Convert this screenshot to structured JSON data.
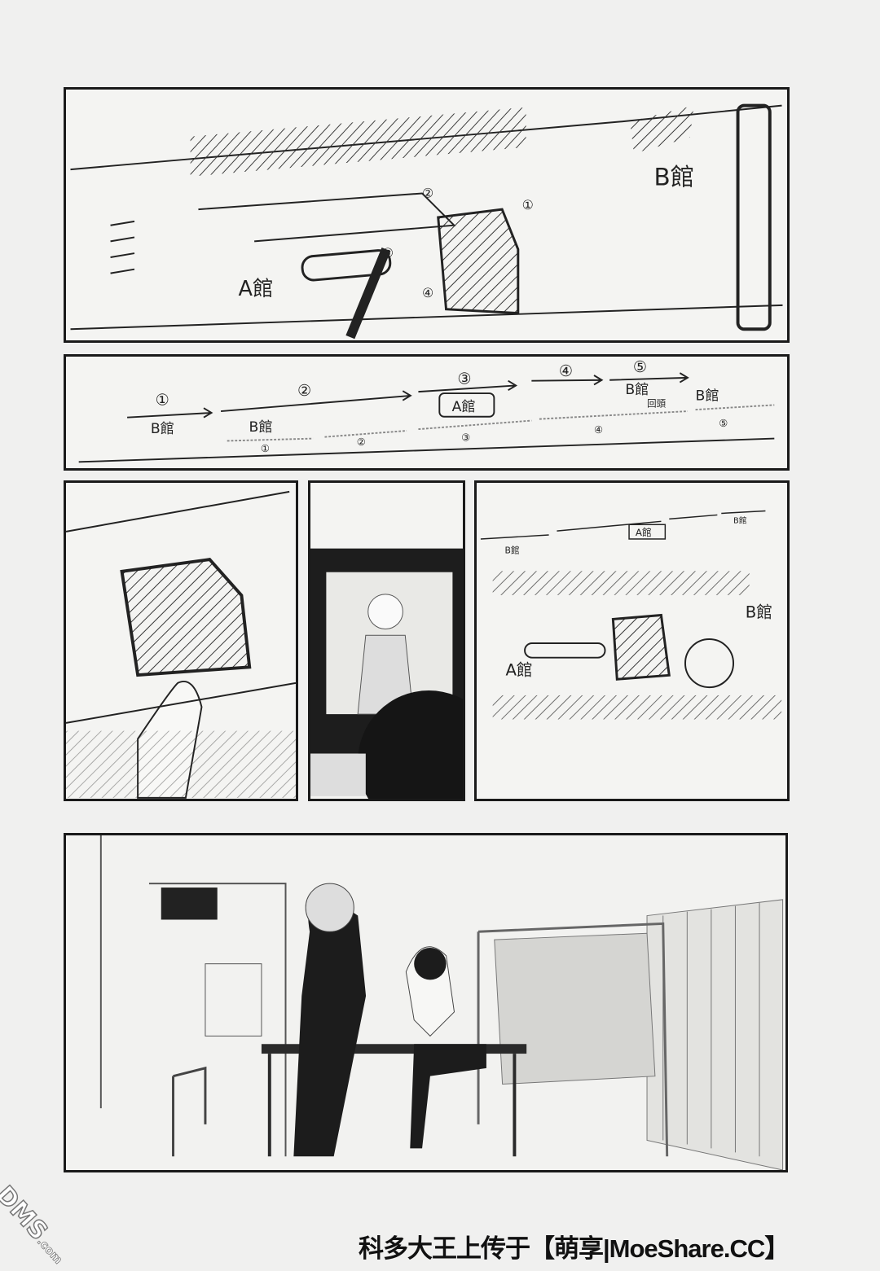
{
  "panel1": {
    "label_a": "A館",
    "label_b": "B館",
    "nums": [
      "①",
      "②",
      "④",
      "⑤"
    ]
  },
  "panel2": {
    "top_nums": [
      "①",
      "②",
      "③",
      "④",
      "⑤"
    ],
    "labels": [
      "B館",
      "B館",
      "A館",
      "B館",
      "B館"
    ],
    "turn": "回頭",
    "bottom_nums": [
      "①",
      "②",
      "③",
      "④",
      "⑤"
    ]
  },
  "panel3c": {
    "label_a": "A館",
    "label_b": "B館",
    "box_a": "A館",
    "b1": "B館",
    "b2": "B館"
  },
  "watermark": {
    "logo": "DMS",
    "logo_suffix": ".com",
    "credit": "科多大王上传于【萌享|MoeShare.CC】"
  }
}
